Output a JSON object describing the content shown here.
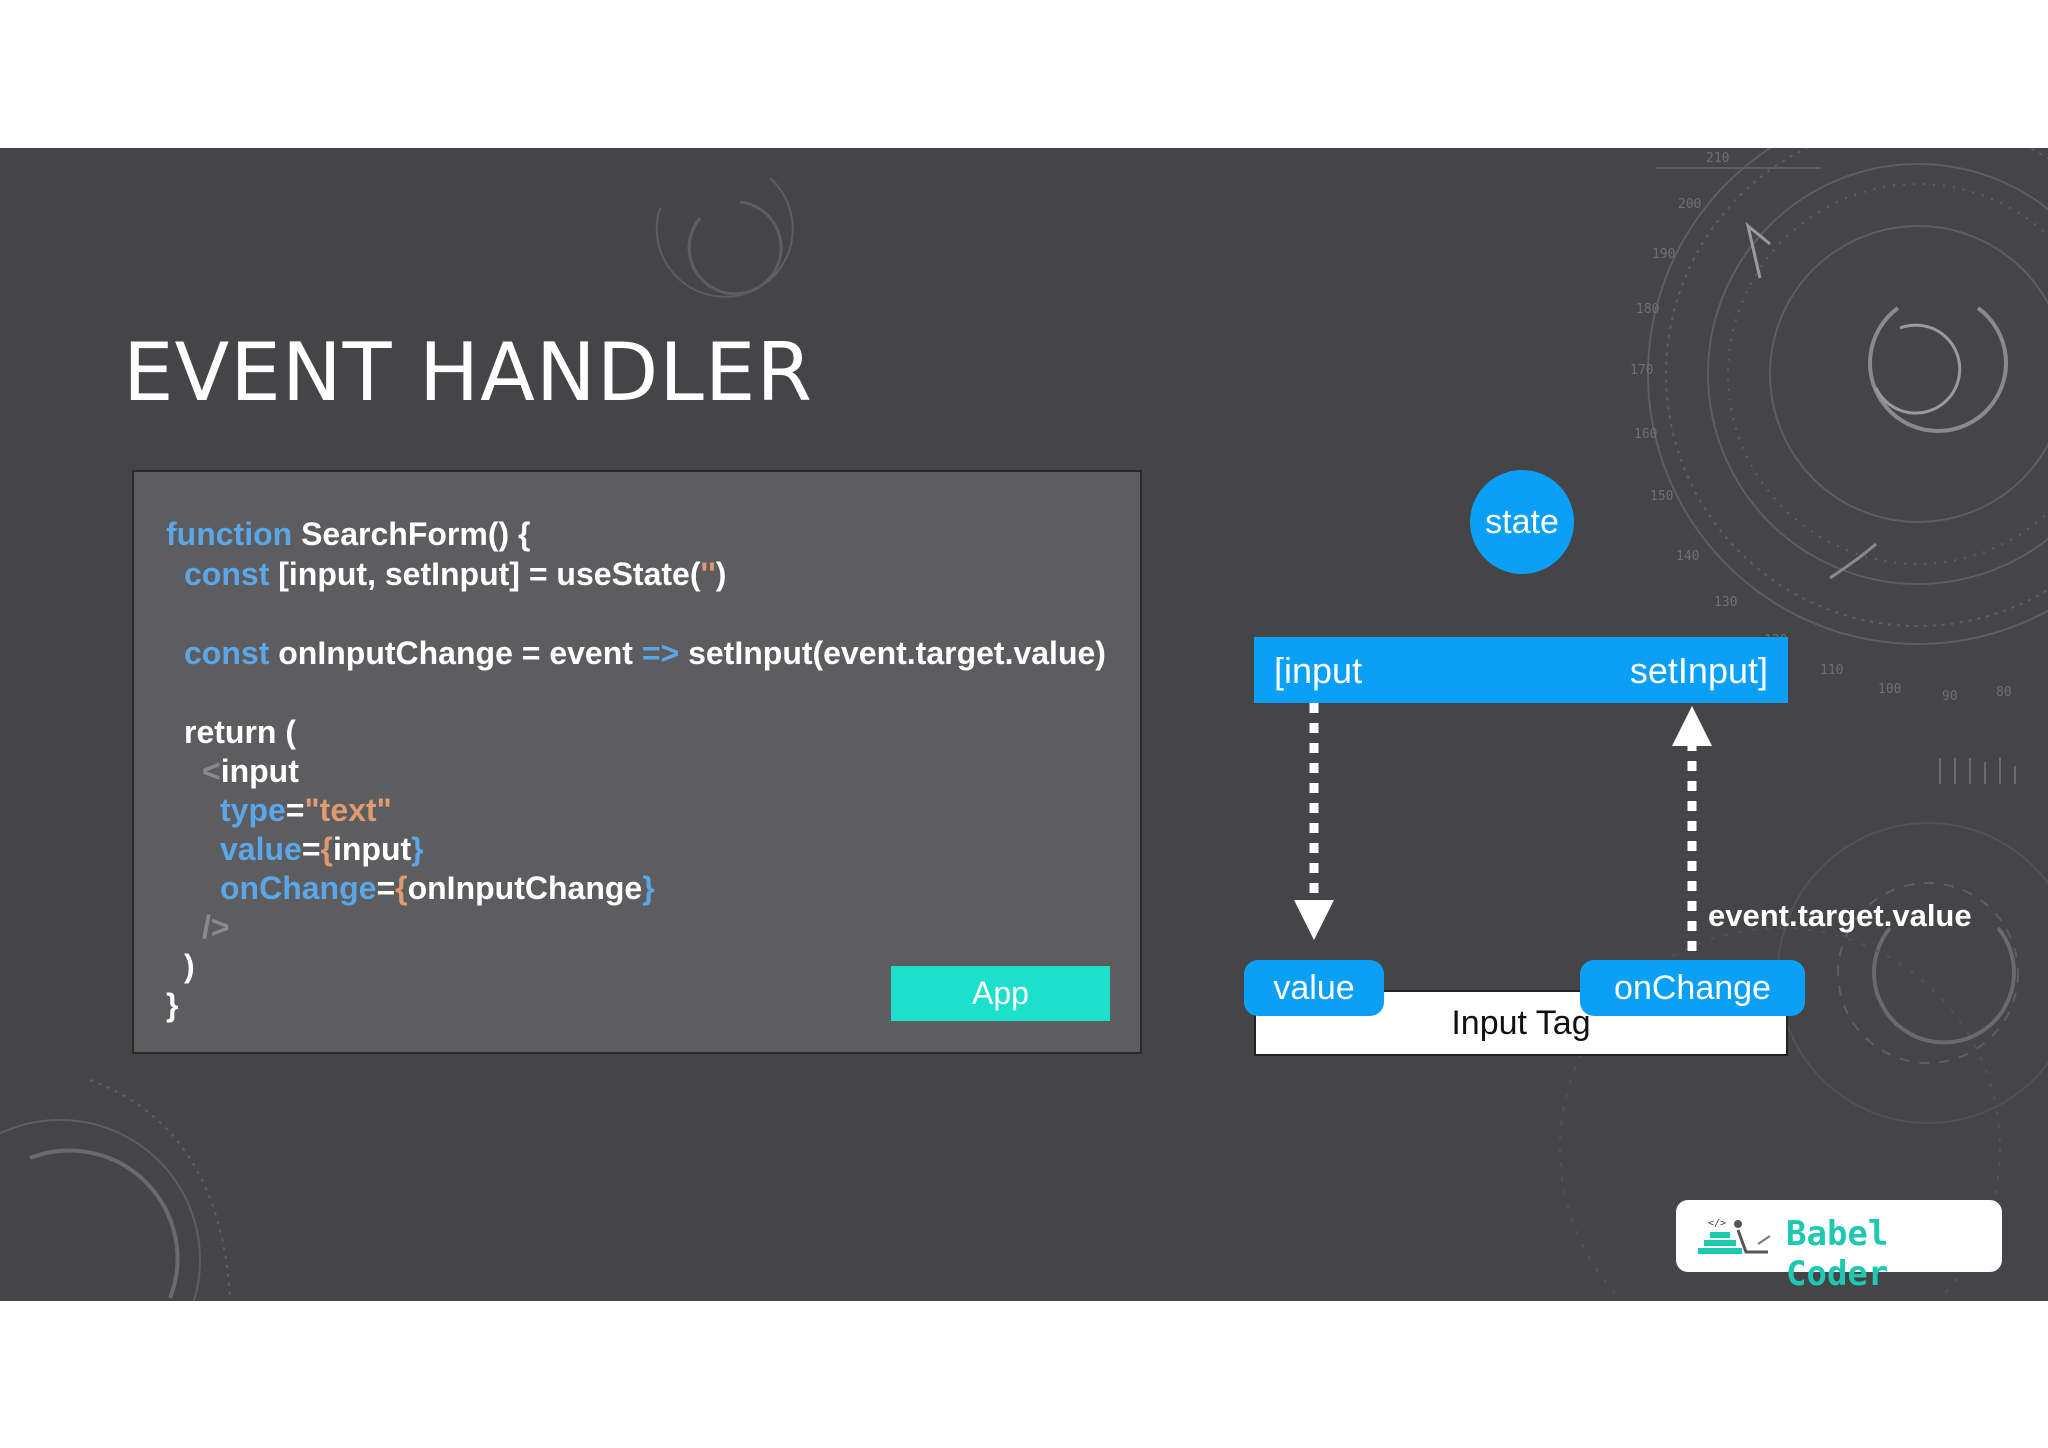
{
  "slide": {
    "title": "EVENT HANDLER"
  },
  "code": {
    "line1_kw": "function",
    "line1_rest": " SearchForm() {",
    "line2_kw": "const",
    "line2_rest": " [input, setInput] = useState(",
    "line2_str": "''",
    "line2_end": ")",
    "line3_kw": "const",
    "line3_mid": " onInputChange = event ",
    "line3_arrow": "=>",
    "line3_end": " setInput(event.target.value)",
    "line4": "return (",
    "line5_lt": "<",
    "line5": "input",
    "line6_attr": "type",
    "line6_eq": "=",
    "line6_str": "\"text\"",
    "line7_attr": "value",
    "line7_eq": "=",
    "line7_open": "{",
    "line7_val": "input",
    "line7_close": "}",
    "line8_attr": "onChange",
    "line8_eq": "=",
    "line8_open": "{",
    "line8_val": "onInputChange",
    "line8_close": "}",
    "line9": "/>",
    "line10": ")",
    "line11": "}"
  },
  "app_button": {
    "label": "App"
  },
  "diagram": {
    "state_label": "state",
    "bar_left": "[input",
    "bar_right": "setInput]",
    "value_label": "value",
    "onchange_label": "onChange",
    "input_tag_label": "Input Tag",
    "event_label": "event.target.value"
  },
  "dial_ticks": [
    "210",
    "200",
    "190",
    "180",
    "170",
    "160",
    "150",
    "140",
    "130",
    "120",
    "110",
    "100",
    "90",
    "80"
  ],
  "logo": {
    "text": "Babel Coder"
  },
  "colors": {
    "background": "#454547",
    "accent_blue": "#0aa0f7",
    "app_teal": "#1de0cc",
    "keyword": "#5aa6e6",
    "string": "#df9a72",
    "logo_teal": "#1ec9b2"
  }
}
